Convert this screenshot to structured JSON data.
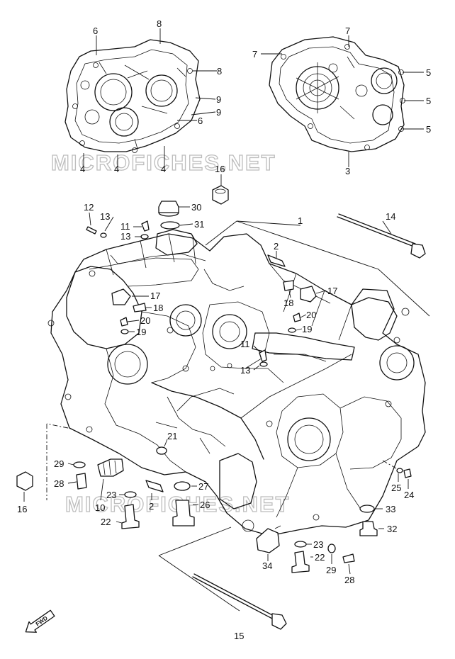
{
  "watermark": {
    "text_upper": "MICROFICHES.NET",
    "text_lower": "MICROFICHES.NET"
  },
  "fwd_label": "FWD",
  "callouts": [
    {
      "id": "c6a",
      "label": "6"
    },
    {
      "id": "c8a",
      "label": "8"
    },
    {
      "id": "c8b",
      "label": "8"
    },
    {
      "id": "c9a",
      "label": "9"
    },
    {
      "id": "c9b",
      "label": "9"
    },
    {
      "id": "c6b",
      "label": "6"
    },
    {
      "id": "c4a",
      "label": "4"
    },
    {
      "id": "c4b",
      "label": "4"
    },
    {
      "id": "c4c",
      "label": "4"
    },
    {
      "id": "c7a",
      "label": "7"
    },
    {
      "id": "c7b",
      "label": "7"
    },
    {
      "id": "c5a",
      "label": "5"
    },
    {
      "id": "c5b",
      "label": "5"
    },
    {
      "id": "c5c",
      "label": "5"
    },
    {
      "id": "c3",
      "label": "3"
    },
    {
      "id": "c16a",
      "label": "16"
    },
    {
      "id": "c30",
      "label": "30"
    },
    {
      "id": "c12",
      "label": "12"
    },
    {
      "id": "c13a",
      "label": "13"
    },
    {
      "id": "c11a",
      "label": "11"
    },
    {
      "id": "c13b",
      "label": "13"
    },
    {
      "id": "c31",
      "label": "31"
    },
    {
      "id": "c1",
      "label": "1"
    },
    {
      "id": "c14",
      "label": "14"
    },
    {
      "id": "c2a",
      "label": "2"
    },
    {
      "id": "c17a",
      "label": "17"
    },
    {
      "id": "c18a",
      "label": "18"
    },
    {
      "id": "c20a",
      "label": "20"
    },
    {
      "id": "c19a",
      "label": "19"
    },
    {
      "id": "c17b",
      "label": "17"
    },
    {
      "id": "c18b",
      "label": "18"
    },
    {
      "id": "c20b",
      "label": "20"
    },
    {
      "id": "c19b",
      "label": "19"
    },
    {
      "id": "c11b",
      "label": "11"
    },
    {
      "id": "c13c",
      "label": "13"
    },
    {
      "id": "c21",
      "label": "21"
    },
    {
      "id": "c29a",
      "label": "29"
    },
    {
      "id": "c28a",
      "label": "28"
    },
    {
      "id": "c16b",
      "label": "16"
    },
    {
      "id": "c23a",
      "label": "23"
    },
    {
      "id": "c10",
      "label": "10"
    },
    {
      "id": "c2b",
      "label": "2"
    },
    {
      "id": "c27",
      "label": "27"
    },
    {
      "id": "c26",
      "label": "26"
    },
    {
      "id": "c22a",
      "label": "22"
    },
    {
      "id": "c25",
      "label": "25"
    },
    {
      "id": "c24",
      "label": "24"
    },
    {
      "id": "c33",
      "label": "33"
    },
    {
      "id": "c32",
      "label": "32"
    },
    {
      "id": "c23b",
      "label": "23"
    },
    {
      "id": "c22b",
      "label": "22"
    },
    {
      "id": "c34",
      "label": "34"
    },
    {
      "id": "c29b",
      "label": "29"
    },
    {
      "id": "c28b",
      "label": "28"
    },
    {
      "id": "c15",
      "label": "15"
    }
  ]
}
